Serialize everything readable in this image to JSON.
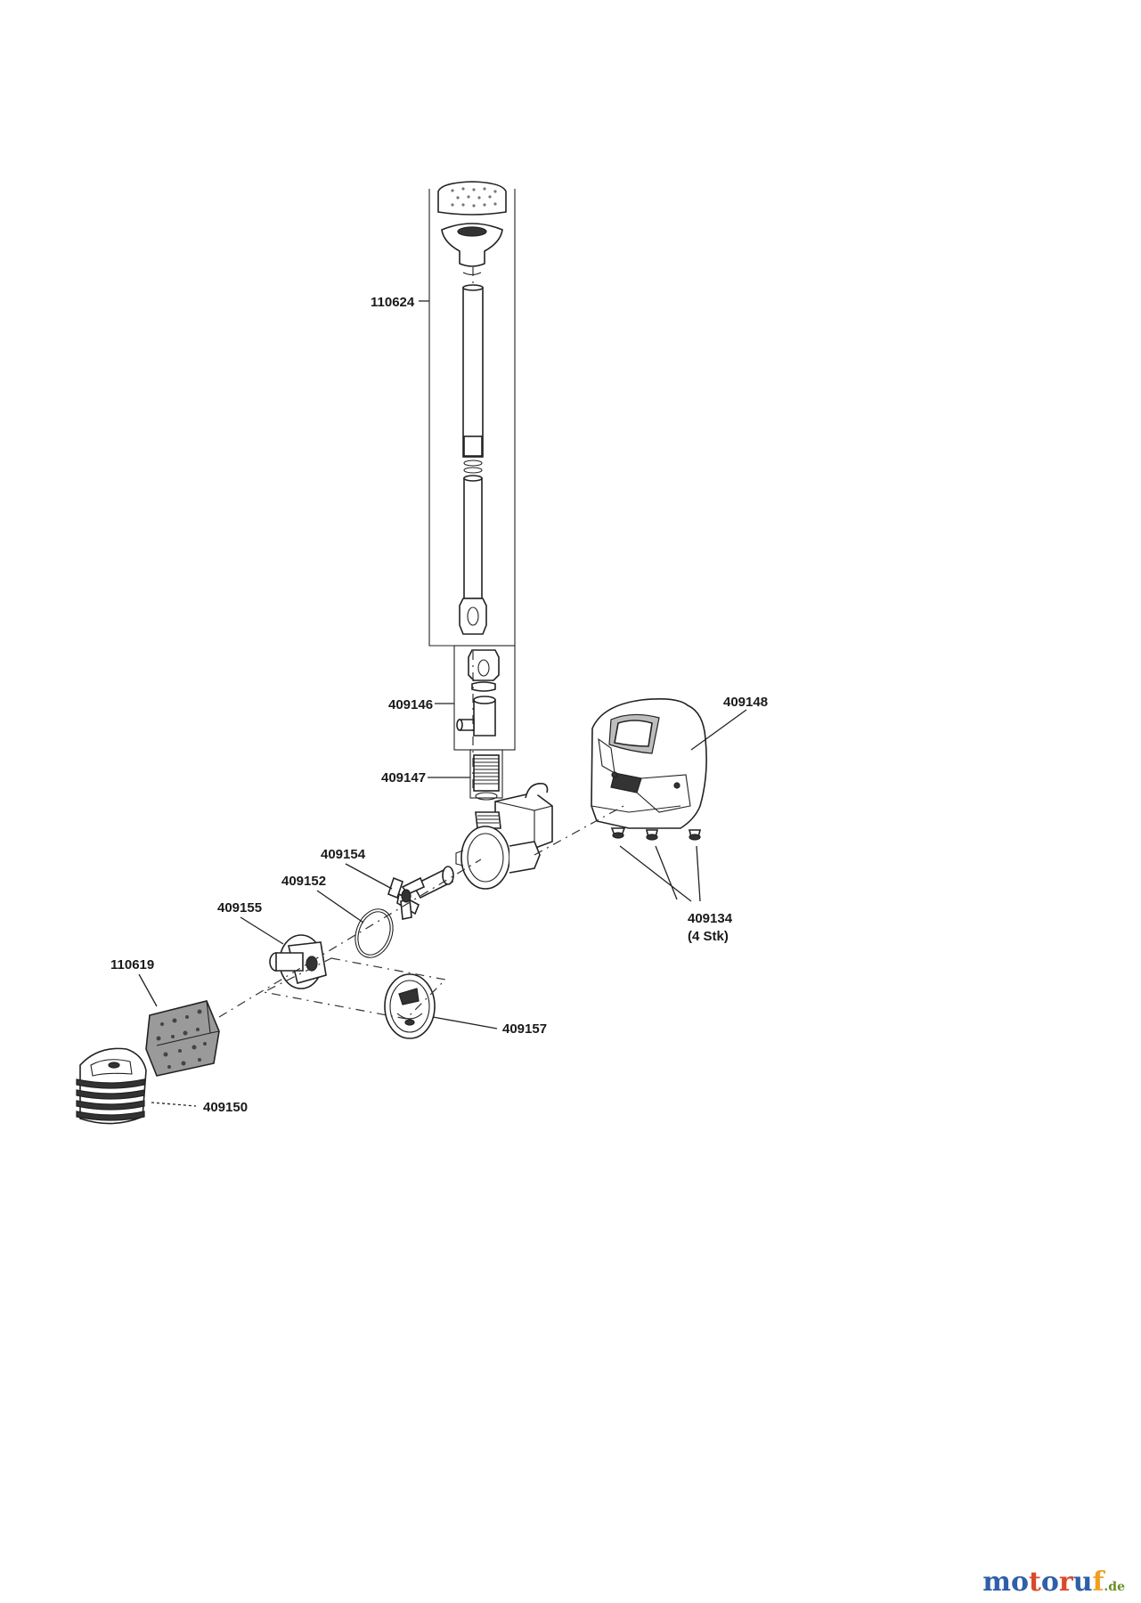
{
  "labels": {
    "p110624": "110624",
    "p409146": "409146",
    "p409147": "409147",
    "p409148": "409148",
    "p409154": "409154",
    "p409152": "409152",
    "p409155": "409155",
    "p409134": "409134",
    "p409134_qty": "(4 Stk)",
    "p110619": "110619",
    "p409157": "409157",
    "p409150": "409150"
  },
  "watermark": {
    "letters": [
      "m",
      "o",
      "t",
      "o",
      "r",
      "u",
      "f"
    ],
    "colors": [
      "#2e5fa8",
      "#2e5fa8",
      "#d94a2b",
      "#2e5fa8",
      "#d94a2b",
      "#2e5fa8",
      "#f0a020"
    ],
    "suffix": ".de"
  }
}
